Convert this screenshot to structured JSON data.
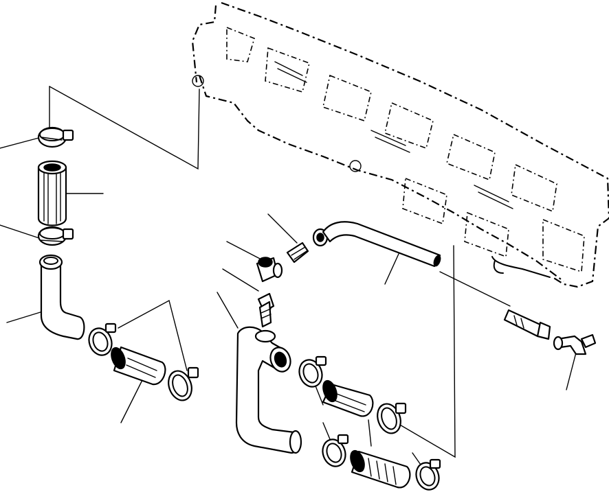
{
  "diagram": {
    "parts": [
      {
        "id": "exhaust-manifold",
        "style": "phantom"
      },
      {
        "id": "upper-hose-clamp-top"
      },
      {
        "id": "upper-hose"
      },
      {
        "id": "upper-hose-clamp-bottom"
      },
      {
        "id": "left-elbow-tube"
      },
      {
        "id": "left-hose-clamp-a"
      },
      {
        "id": "left-connector-hose"
      },
      {
        "id": "left-hose-clamp-b"
      },
      {
        "id": "banjo-fitting"
      },
      {
        "id": "adapter-fitting"
      },
      {
        "id": "nipple-fitting"
      },
      {
        "id": "bent-pipe"
      },
      {
        "id": "bolt"
      },
      {
        "id": "elbow-fitting"
      },
      {
        "id": "water-pipe-assembly"
      },
      {
        "id": "center-hose-clamp-a"
      },
      {
        "id": "center-hose"
      },
      {
        "id": "center-hose-clamp-b"
      },
      {
        "id": "lower-hose-clamp-a"
      },
      {
        "id": "lower-hose"
      },
      {
        "id": "lower-hose-clamp-b"
      }
    ],
    "leader_count": 14
  }
}
